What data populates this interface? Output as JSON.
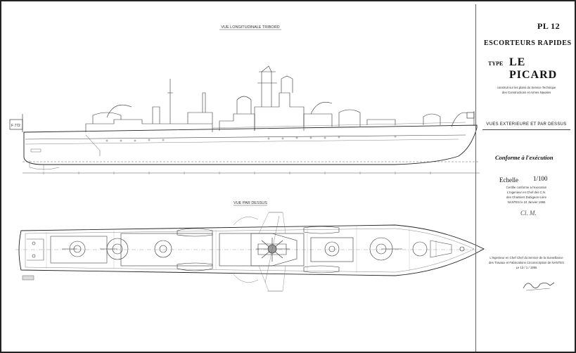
{
  "views": {
    "profile_title": "VUE LONGITUDINALE TRIBORD",
    "plan_title": "VUE PAR DESSUS"
  },
  "hull_mark": "F 772",
  "cartouche": {
    "plate": "PL 12",
    "series": "ESCORTEURS RAPIDES",
    "type_label": "TYPE",
    "ship_name": "LE PICARD",
    "construction_note_1": "construit sur les plans du Service Technique",
    "construction_note_2": "des Constructions et Armes Navales",
    "views_label": "VUES EXTERIEURE ET PAR DESSUS",
    "conformity": "Conforme à l'exécution",
    "scale_label": "Echelle",
    "scale_value": "1/100",
    "cert_1": "Certifie conforme a l'execution",
    "cert_2": "L'Ingenieur en Chef des C.N.",
    "cert_3": "des Chantiers Dubigeon-Loire",
    "cert_4": "NANTES le 24 Janvier 1955",
    "sign_1": "Cl. M.",
    "footer_1": "L'Ingenieur en Chef Chef du Service de la Surveillance",
    "footer_2": "des Travaux et Fabrications Circonscription de NANTES",
    "footer_3": "Le 13 / 1 / 1955",
    "sign_2": "Illegible signature"
  }
}
